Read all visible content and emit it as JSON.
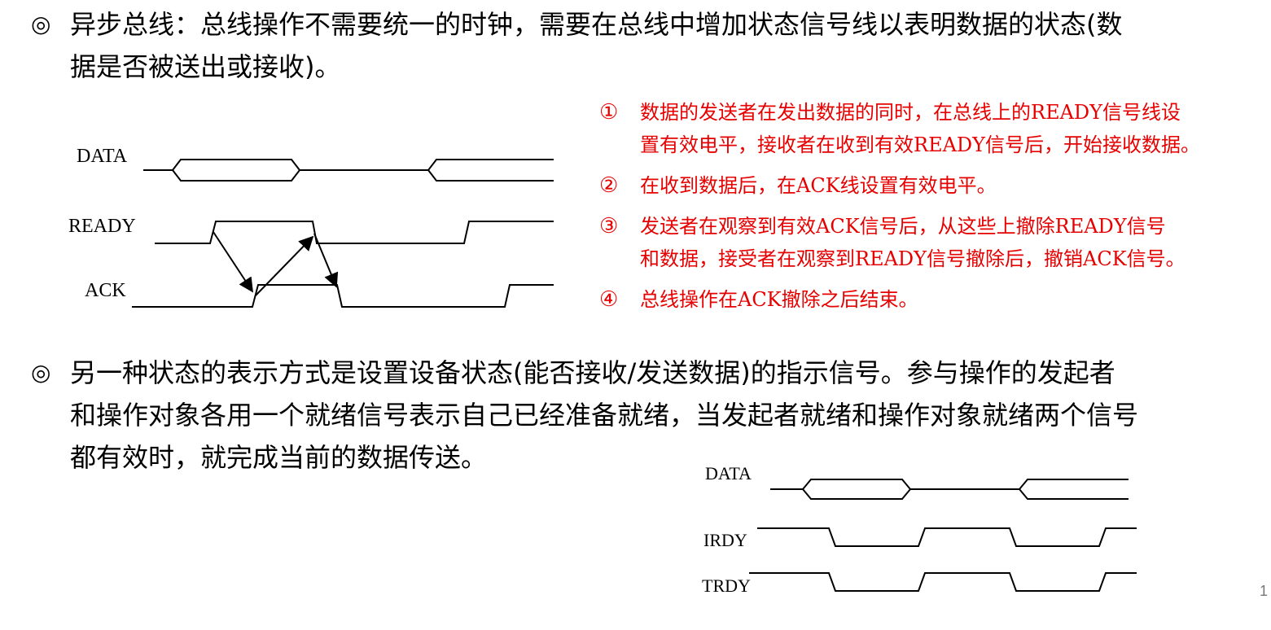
{
  "paragraph1": {
    "bullet": "◎",
    "lines": [
      "异步总线：总线操作不需要统一的时钟，需要在总线中增加状态信号线以表明数据的状态(数",
      "据是否被送出或接收)。"
    ]
  },
  "diagram1": {
    "signals": [
      "DATA",
      "READY",
      "ACK"
    ]
  },
  "steps": [
    {
      "num": "①",
      "lines": [
        "数据的发送者在发出数据的同时，在总线上的READY信号线设",
        "置有效电平，接收者在收到有效READY信号后，开始接收数据。"
      ]
    },
    {
      "num": "②",
      "lines": [
        "在收到数据后，在ACK线设置有效电平。"
      ]
    },
    {
      "num": "③",
      "lines": [
        "发送者在观察到有效ACK信号后，从这些上撤除READY信号",
        "和数据，接受者在观察到READY信号撤除后，撤销ACK信号。"
      ]
    },
    {
      "num": "④",
      "lines": [
        "总线操作在ACK撤除之后结束。"
      ]
    }
  ],
  "paragraph2": {
    "bullet": "◎",
    "lines": [
      "另一种状态的表示方式是设置设备状态(能否接收/发送数据)的指示信号。参与操作的发起者",
      "和操作对象各用一个就绪信号表示自己已经准备就绪，当发起者就绪和操作对象就绪两个信号",
      "都有效时，就完成当前的数据传送。"
    ]
  },
  "diagram2": {
    "signals": [
      "DATA",
      "IRDY",
      "TRDY"
    ]
  },
  "page_number": "1",
  "colors": {
    "text": "#000000",
    "steps": "#e60000"
  }
}
